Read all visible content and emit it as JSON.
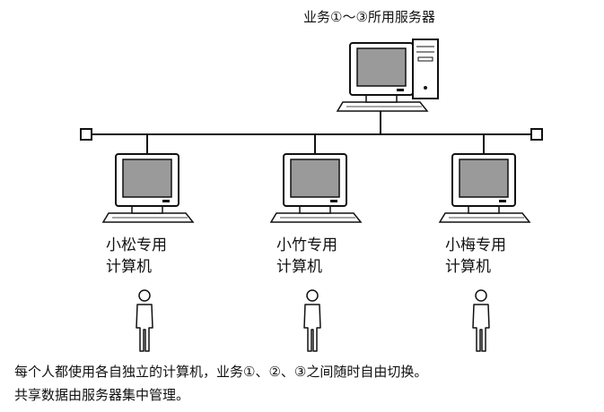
{
  "server": {
    "title": "业务①～③所用服务器"
  },
  "workstations": [
    {
      "line1": "小松专用",
      "line2": "计算机"
    },
    {
      "line1": "小竹专用",
      "line2": "计算机"
    },
    {
      "line1": "小梅专用",
      "line2": "计算机"
    }
  ],
  "caption": {
    "line1": "每个人都使用各自独立的计算机，业务①、②、③之间随时自由切换。",
    "line2": "共享数据由服务器集中管理。"
  },
  "colors": {
    "line": "#111111",
    "screen": "#9a9a9a",
    "body_fill": "#ffffff"
  }
}
